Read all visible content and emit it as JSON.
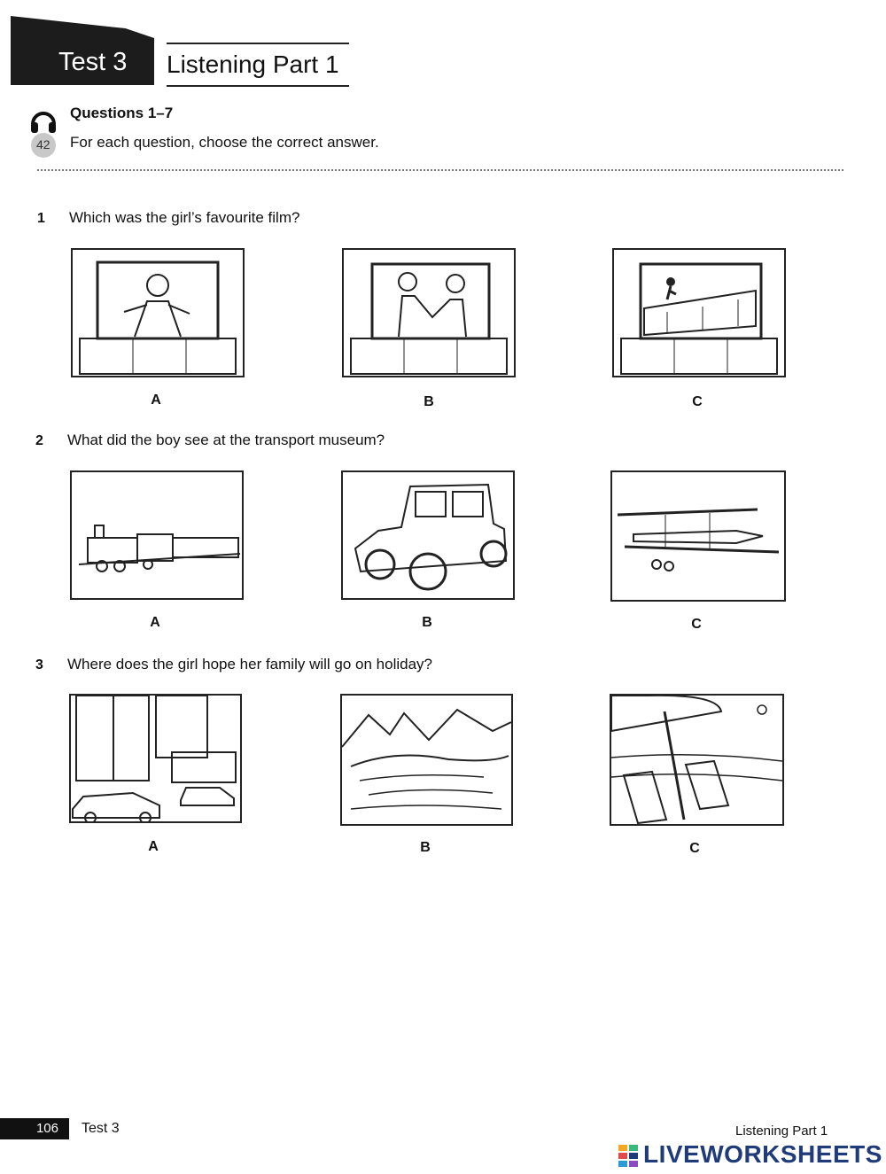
{
  "header": {
    "tab": "Test 3",
    "title": "Listening Part 1"
  },
  "audio": {
    "track": "42"
  },
  "intro": {
    "range": "Questions 1–7",
    "instruction": "For each question, choose the correct answer."
  },
  "questions": [
    {
      "number": "1",
      "text": "Which was the girl’s favourite film?",
      "options": [
        "A",
        "B",
        "C"
      ]
    },
    {
      "number": "2",
      "text": "What did the boy see at the transport museum?",
      "options": [
        "A",
        "B",
        "C"
      ]
    },
    {
      "number": "3",
      "text": "Where does the girl hope her family will go on holiday?",
      "options": [
        "A",
        "B",
        "C"
      ]
    }
  ],
  "footer": {
    "page": "106",
    "left": "Test 3",
    "right": "Listening Part 1"
  },
  "watermark": {
    "brand": "LIVEWORKSHEETS",
    "color": "#1f3b79"
  }
}
